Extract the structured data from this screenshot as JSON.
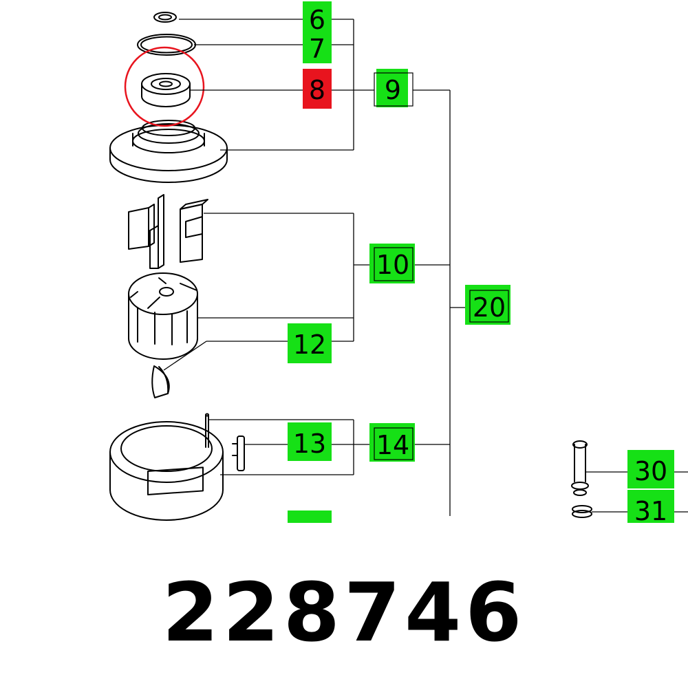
{
  "part_number": "228746",
  "colors": {
    "label_green": "#16e016",
    "label_highlight": "#e8141e",
    "line": "#000000",
    "circle": "#e8141e"
  },
  "callouts": [
    {
      "id": "c6",
      "text": "6",
      "highlighted": false,
      "boxed": false
    },
    {
      "id": "c7",
      "text": "7",
      "highlighted": false,
      "boxed": false
    },
    {
      "id": "c8",
      "text": "8",
      "highlighted": true,
      "boxed": false
    },
    {
      "id": "c9",
      "text": "9",
      "highlighted": false,
      "boxed": true
    },
    {
      "id": "c10",
      "text": "10",
      "highlighted": false,
      "boxed": true
    },
    {
      "id": "c12",
      "text": "12",
      "highlighted": false,
      "boxed": false
    },
    {
      "id": "c13",
      "text": "13",
      "highlighted": false,
      "boxed": false
    },
    {
      "id": "c14",
      "text": "14",
      "highlighted": false,
      "boxed": true
    },
    {
      "id": "c20",
      "text": "20",
      "highlighted": false,
      "boxed": true
    },
    {
      "id": "c30",
      "text": "30",
      "highlighted": false,
      "boxed": false
    },
    {
      "id": "c31",
      "text": "31",
      "highlighted": false,
      "boxed": false
    },
    {
      "id": "c_cut",
      "text": "",
      "highlighted": false,
      "boxed": false
    }
  ]
}
